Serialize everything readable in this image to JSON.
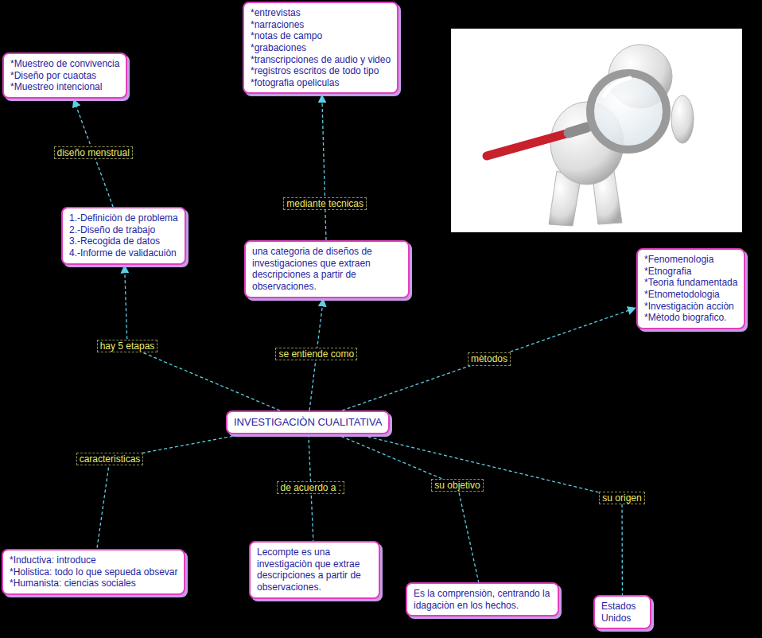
{
  "diagram": {
    "nodes": [
      {
        "text": [
          "*Muestreo de convivencia",
          "*Diseño por cuaotas",
          "*Muestreo intencional"
        ]
      },
      {
        "text": [
          "*entrevistas",
          "*narraciones",
          "*notas de campo",
          "*grabaciones",
          "*transcripciones de audio y video",
          "*registros escritos de todo tipo",
          "*fotografia opeliculas"
        ]
      },
      {
        "text": [
          "1.-Definiciòn de problema",
          "2.-Diseño de trabajo",
          "3.-Recogida de datos",
          "4.-Informe de validacuiòn"
        ]
      },
      {
        "text": [
          "una categoria de diseños de investigaciones que extraen descripciones a partir de observaciones."
        ]
      },
      {
        "text": [
          "*Fenomenologia",
          "*Etnografia",
          "*Teoria fundamentada",
          "*Etnometodologia",
          "*Investigaciòn acciòn",
          "*Mètodo biografico."
        ]
      },
      {
        "text": [
          "INVESTIGACIÒN CUALITATIVA"
        ]
      },
      {
        "text": [
          "*Inductiva: introduce",
          "*Holistica: todo lo que sepueda obsevar",
          "*Humanista: ciencias sociales"
        ]
      },
      {
        "text": [
          "Lecompte es una investigaciòn que extrae descripciones a partir de observaciones."
        ]
      },
      {
        "text": [
          "Es la comprensiòn, centrando la idagaciòn en los hechos."
        ]
      },
      {
        "text": [
          "Estados Unidos"
        ]
      }
    ],
    "edges": [
      {
        "from": 2,
        "to": 0,
        "arrow": "to",
        "label": "diseño menstrual"
      },
      {
        "from": 3,
        "to": 1,
        "arrow": "to",
        "label": "mediante tecnicas"
      },
      {
        "from": 5,
        "to": 2,
        "arrow": "to",
        "label": "hay 5 etapas"
      },
      {
        "from": 5,
        "to": 3,
        "arrow": "to",
        "label": "se entiende como"
      },
      {
        "from": 5,
        "to": 4,
        "arrow": "to",
        "label": "mètodos"
      },
      {
        "from": 5,
        "to": 6,
        "arrow": "none",
        "label": "caracteristicas"
      },
      {
        "from": 5,
        "to": 7,
        "arrow": "none",
        "label": "de acuerdo a :"
      },
      {
        "from": 5,
        "to": 8,
        "arrow": "none",
        "label": "su objetivo"
      },
      {
        "from": 5,
        "to": 9,
        "arrow": "none",
        "label": "su origen"
      }
    ]
  }
}
